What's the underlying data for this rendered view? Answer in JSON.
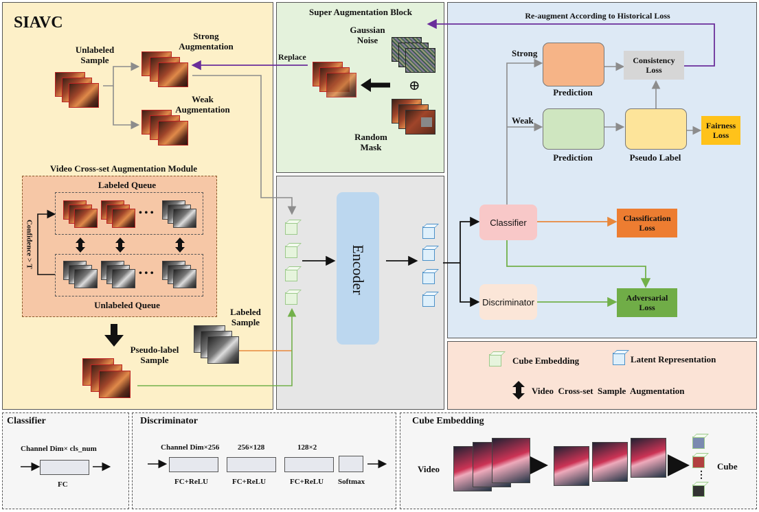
{
  "main_left": {
    "title": "SIAVC",
    "unlabeled_sample": "Unlabeled\nSample",
    "strong_aug": "Strong\nAugmentation",
    "weak_aug": "Weak\nAugmentation",
    "vcam_title": "Video Cross-set Augmentation Module",
    "labeled_queue": "Labeled Queue",
    "unlabeled_queue": "Unlabeled Queue",
    "confidence": "Confidence > T",
    "ellipsis": "• • •",
    "labeled_sample": "Labeled\nSample",
    "pseudo_label_sample": "Pseudo-label\nSample"
  },
  "super_aug": {
    "title": "Super Augmentation Block",
    "gaussian_noise": "Gaussian\nNoise",
    "random_mask": "Random\nMask",
    "replace": "Replace",
    "plus": "⊕"
  },
  "encoder": {
    "label": "Encoder"
  },
  "right_panel": {
    "reaugment": "Re-augment According to Historical Loss",
    "strong": "Strong",
    "weak": "Weak",
    "prediction_strong": "Prediction",
    "prediction_weak": "Prediction",
    "pseudo_label": "Pseudo Label",
    "consistency_loss": "Consistency\nLoss",
    "fairness_loss": "Fairness\nLoss",
    "classifier": "Classifier",
    "discriminator": "Discriminator",
    "classification_loss": "Classification\nLoss",
    "adversarial_loss": "Adversarial\nLoss"
  },
  "legend": {
    "cube_embedding": "Cube Embedding",
    "latent_representation": "Latent Representation",
    "cross_set": "Video  Cross-set  Sample  Augmentation"
  },
  "bottom_classifier": {
    "title": "Classifier",
    "dim": "Channel Dim× cls_num",
    "fc": "FC"
  },
  "bottom_discriminator": {
    "title": "Discriminator",
    "dims": [
      "Channel Dim×256",
      "256×128",
      "128×2"
    ],
    "layers": [
      "FC+ReLU",
      "FC+ReLU",
      "FC+ReLU",
      "Softmax"
    ]
  },
  "bottom_cube": {
    "title": "Cube Embedding",
    "video": "Video",
    "cube": "Cube",
    "vdots": "⋮"
  },
  "colors": {
    "left_bg": "#fdf0c8",
    "super_bg": "#e4f2dc",
    "encoder_bg": "#e6e6e6",
    "right_bg": "#dde9f5",
    "legend_bg": "#fbe3d6",
    "vcam_bg": "#f6c7a6",
    "purple_arrow": "#6a2d9a",
    "orange_arrow": "#e8873a",
    "green_arrow": "#72b04a",
    "gray_arrow": "#8c8c8c"
  }
}
